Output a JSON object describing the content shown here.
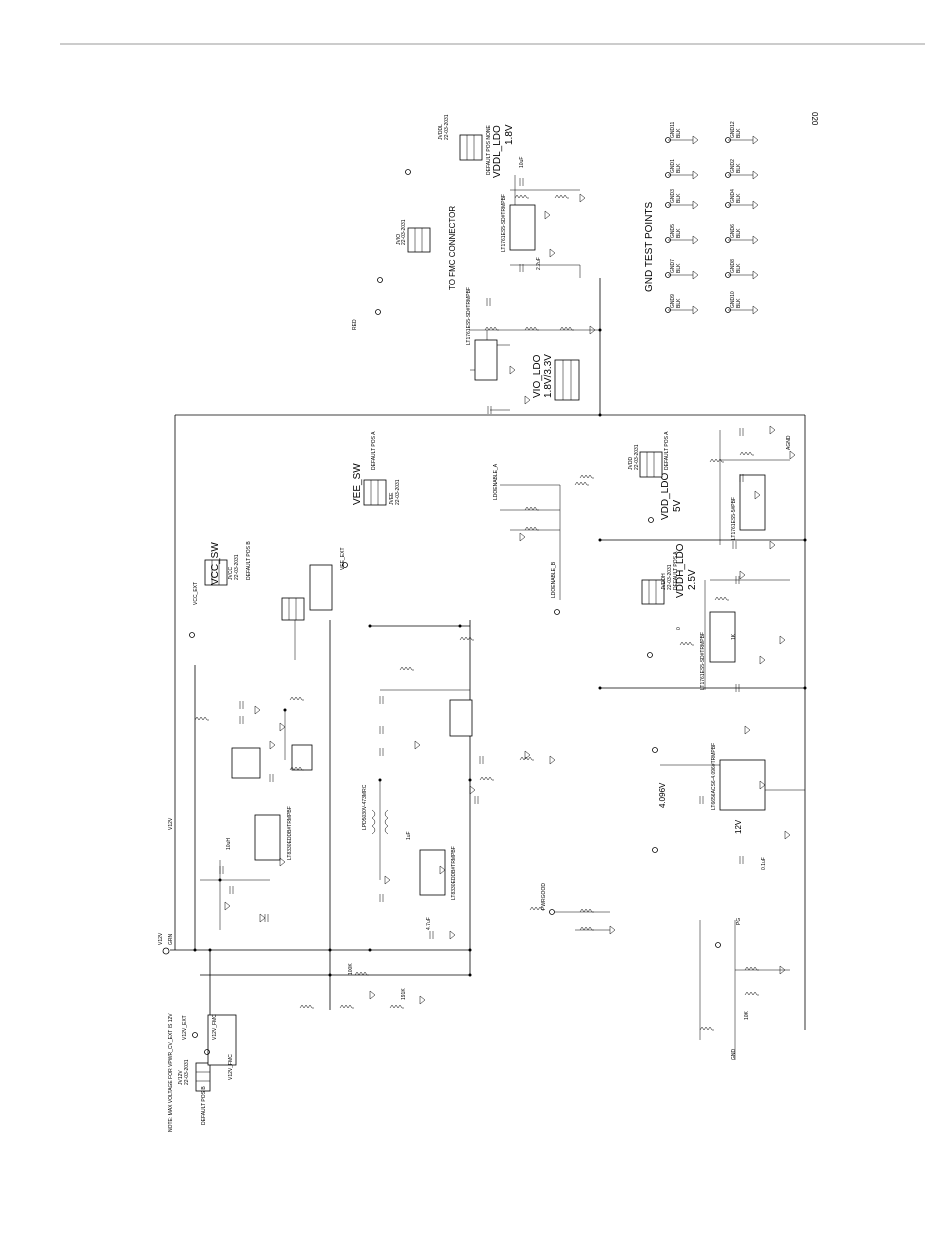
{
  "page": {
    "number": "020"
  },
  "rails": {
    "v12v": "V12V",
    "v12v_label": "V12V",
    "v12v_ext": "V12V_EXT",
    "v12v_fmc": "V12V_FMC",
    "v12v_fmc_net": "V12V_FMC",
    "jumper_12v": "JV12V",
    "jumper_12v_pn": "22-03-2031",
    "default_pos": "DEFAULT POS B",
    "note": "NOTE: MAX VOLTAGE FOR VPWR_CV_EXT IS 12V"
  },
  "blocks": {
    "vcc_sw": {
      "title": "VCC_SW",
      "net": "VCC_SW",
      "ext": "VCC_EXT",
      "jumper": "JVCC",
      "pn": "22-03-2031",
      "default": "DEFAULT POS B"
    },
    "vee_sw": {
      "title": "VEE_SW",
      "net": "VEE_SW",
      "ext": "VEE_EXT",
      "jumper": "JVEE",
      "pn": "22-03-2031",
      "default": "DEFAULT POS A"
    },
    "vio_ldo": {
      "title": "VIO_LDO",
      "subtitle": "1.8V/3.3V",
      "ic": "LT1761ES5-SD#TRMPBF",
      "jumper": "JVIO",
      "pn": "22-03-2031",
      "fmc": "TO FMC CONNECTOR"
    },
    "vddl_ldo": {
      "title": "VDDL_LDO",
      "subtitle": "1.8V",
      "ic": "LT1761ES5-SD#TRMPBF",
      "jumper": "JVDDL",
      "pn": "22-03-2031",
      "default": "DEFAULT POS NONE"
    },
    "vdd_ldo": {
      "title": "VDD_LDO",
      "subtitle": "5V",
      "ic": "LT1761ES5-5#PBF",
      "jumper": "JVDD",
      "pn": "22-03-2031",
      "default": "DEFAULT POS A"
    },
    "vddh_ldo": {
      "title": "VDDH_LDO",
      "subtitle": "2.5V",
      "ic": "LT1761ES5-SD#TRMPBF",
      "jumper": "JVDDH",
      "pn": "22-03-2031",
      "default": "DEFAULT POS A"
    },
    "vref": {
      "value": "4.096V",
      "ic": "LT6656ACS6-4.096#TRMPBF",
      "v12": "12V"
    },
    "boost": {
      "ic": "LT8330EDDB#TRMPBF",
      "inductor": "10uH"
    },
    "inverter": {
      "ic": "LT8330EDDB#TRMPBF",
      "xfmr": "LPD5030V-473MRC"
    },
    "gnd": {
      "title": "GND TEST POINTS",
      "points": [
        "GND1",
        "GND2",
        "GND3",
        "GND4",
        "GND5",
        "GND6",
        "GND7",
        "GND8",
        "GND9",
        "GND10",
        "GND11",
        "GND12"
      ],
      "color": "BLK"
    }
  },
  "labels": {
    "blk": "BLK",
    "red": "RED",
    "agnd": "AGND",
    "grn": "GRN",
    "c_01uf": "0.1uF",
    "c_1uf": "1uF",
    "c_10uf": "10uF",
    "c_22uf": "2.2uF",
    "c_47uf": "4.7uF",
    "r_0": "0",
    "r_1k": "1K",
    "r_10k": "10K",
    "r_100k": "100K",
    "r_191k": "191K",
    "ldo_enable_a": "LDOENABLE_A",
    "ldo_enable_b": "LDOENABLE_B",
    "pwr_good": "PWRGOOD",
    "gnd_net": "GND",
    "pg": "PG"
  }
}
